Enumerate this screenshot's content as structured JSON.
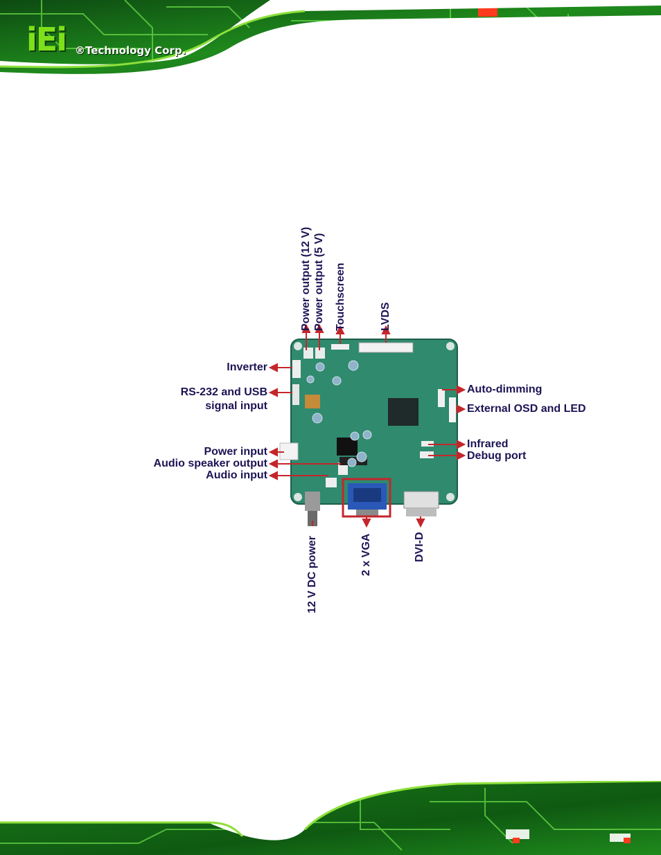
{
  "header": {
    "logo_mark": "iEi",
    "logo_text": "®Technology Corp."
  },
  "figure": {
    "labels_top": [
      "Power output (12 V)",
      "Power output (5 V)",
      "Touchscreen",
      "LVDS"
    ],
    "labels_left": [
      "Inverter",
      "RS-232 and USB",
      "signal input",
      "Power input",
      "Audio speaker output",
      "Audio input"
    ],
    "labels_right": [
      "Auto-dimming",
      "External OSD and LED",
      "Infrared",
      "Debug port"
    ],
    "labels_bottom": [
      "12 V DC power",
      "2 x VGA",
      "DVI-D"
    ]
  },
  "colors": {
    "pcb_green": "#2f8a6e",
    "label_text": "#1c1454",
    "arrow_red": "#c4262b",
    "header_green": "#3bb51c"
  }
}
